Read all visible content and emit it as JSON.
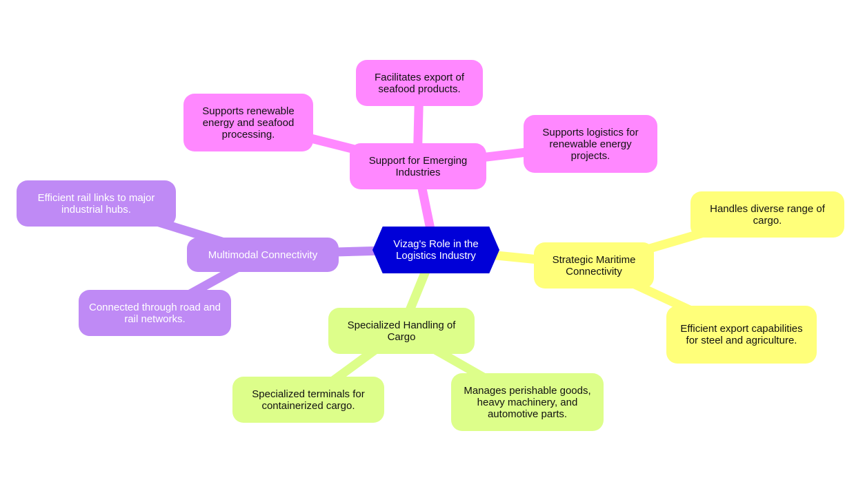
{
  "center": "Vizag's Role in the Logistics Industry",
  "emerging": {
    "label": "Support for Emerging Industries",
    "children": [
      "Facilitates export of seafood products.",
      "Supports renewable energy and seafood processing.",
      "Supports logistics for renewable energy projects."
    ]
  },
  "multimodal": {
    "label": "Multimodal Connectivity",
    "children": [
      "Efficient rail links to major industrial hubs.",
      "Connected through road and rail networks."
    ]
  },
  "maritime": {
    "label": "Strategic Maritime Connectivity",
    "children": [
      "Handles diverse range of cargo.",
      "Efficient export capabilities for steel and agriculture."
    ]
  },
  "cargo": {
    "label": "Specialized Handling of Cargo",
    "children": [
      "Specialized terminals for containerized cargo.",
      "Manages perishable goods, heavy machinery, and automotive parts."
    ]
  },
  "colors": {
    "center": "#0000d8",
    "emerging": "#ff88ff",
    "multimodal": "#bf8af5",
    "maritime": "#ffff7a",
    "cargo": "#ddfe8a"
  }
}
